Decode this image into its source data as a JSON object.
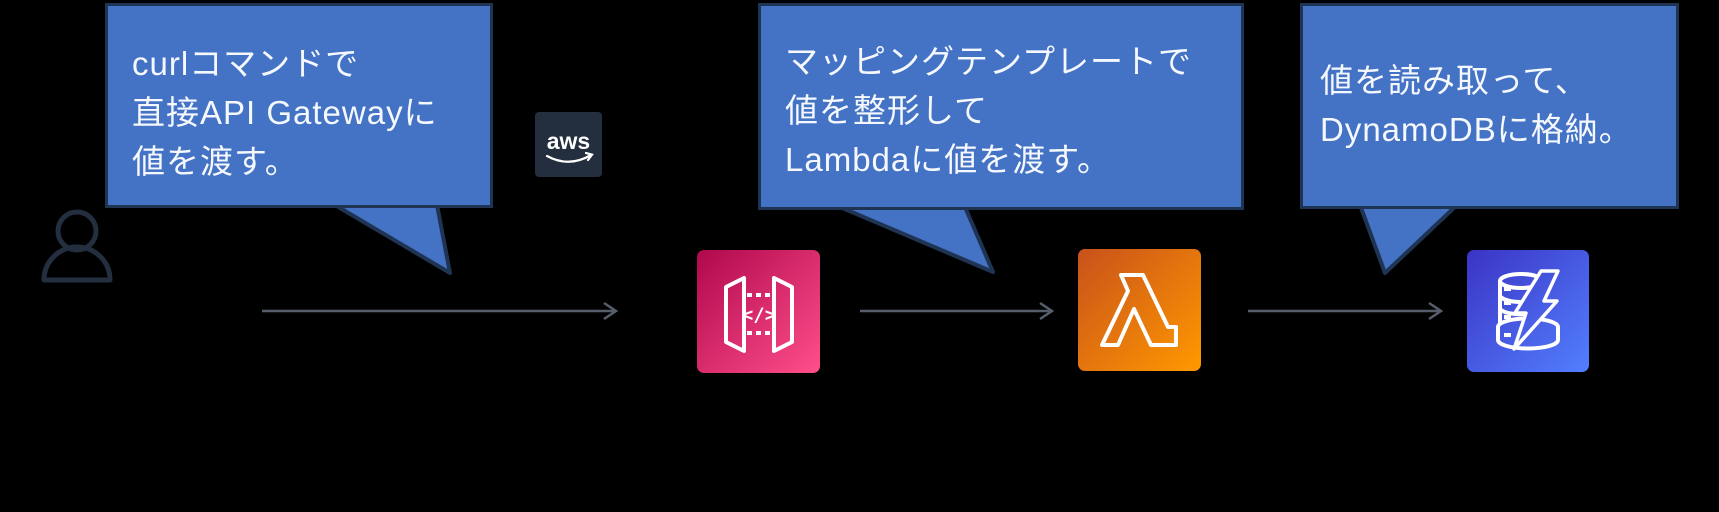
{
  "diagram": {
    "description_bubbles": {
      "curl": {
        "lines": [
          "curlコマンドで",
          "直接API Gatewayに",
          "値を渡す。"
        ]
      },
      "mapping": {
        "lines": [
          "マッピングテンプレートで",
          "値を整形して",
          "Lambdaに値を渡す。"
        ]
      },
      "store": {
        "lines": [
          "値を読み取って、",
          "DynamoDBに格納。"
        ]
      }
    },
    "aws_logo": {
      "label": "aws"
    },
    "api_gateway_icon": {
      "glyph_text": "</>"
    },
    "icons": [
      "user-outline",
      "aws-logo",
      "api-gateway",
      "lambda",
      "dynamodb"
    ],
    "flow": [
      "user",
      "api-gateway",
      "lambda",
      "dynamodb"
    ]
  },
  "colors": {
    "bg": "#000000",
    "bubble_fill": "#4472C4",
    "bubble_border": "#1F3453",
    "bubble_text": "#F5F8FD",
    "arrow": "#575E6B",
    "dark_navy": "#232F3E",
    "apigw_from": "#B0084D",
    "apigw_to": "#FF4F8B",
    "lambda_from": "#C8511B",
    "lambda_to": "#FF9900",
    "dynamo_from": "#3B34C4",
    "dynamo_to": "#527FFF"
  }
}
